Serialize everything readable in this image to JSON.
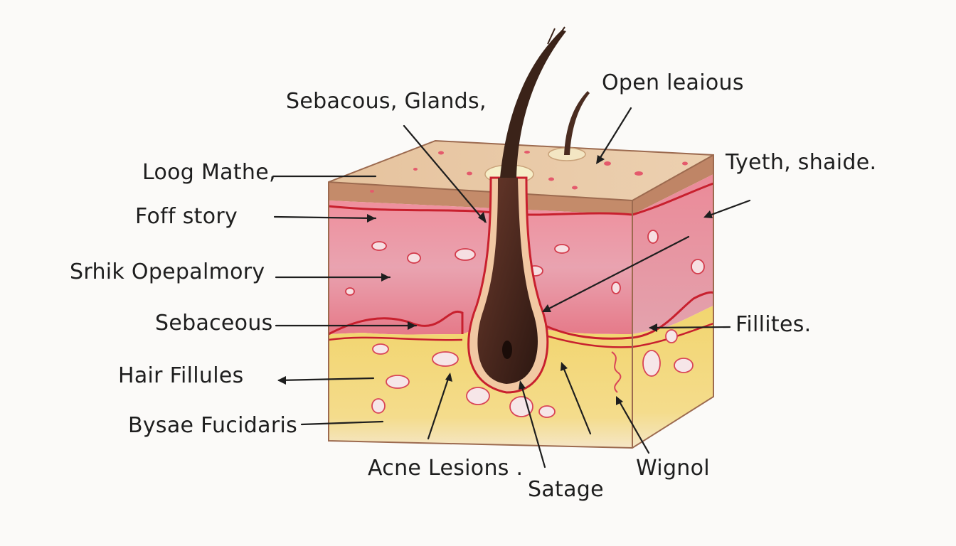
{
  "labels": {
    "sebacous_glands": "Sebacous, Glands,",
    "open_leaious": "Open leaious",
    "loog_mathe": "Loog Mathe,",
    "tyeth_shaide": "Tyeth, shaide.",
    "foff_story": "Foff story",
    "srhik_opepalmory": "Srhik Opepalmory",
    "sebaceous": "Sebaceous",
    "fillites": "Fillites.",
    "hair_fillules": "Hair Fillules",
    "bysae_fucidaris": "Bysae Fucidaris",
    "acne_lesions": "Acne Lesions .",
    "satage": "Satage",
    "wignol": "Wignol"
  },
  "colors": {
    "background": "#fbfaf8",
    "epidermis_top": "#e8c9a8",
    "epidermis_band": "#c98f6e",
    "dermis": "#e77f8e",
    "dermis_light": "#f2b3bd",
    "border_red": "#c8202e",
    "fat": "#f0d26a",
    "fat_base": "#f3e3c5",
    "hair": "#3b2319",
    "ink": "#1e1e1e"
  }
}
